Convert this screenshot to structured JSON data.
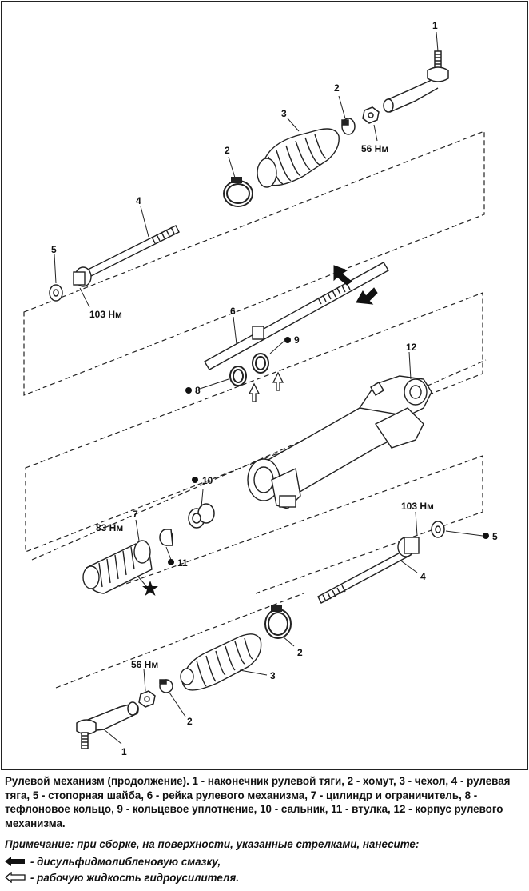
{
  "labels": {
    "l1_top": "1",
    "l2_top_right": "2",
    "l3_top": "3",
    "nm56_top": "56 Нм",
    "l2_top_left": "2",
    "l4_top": "4",
    "l5_top": "5",
    "nm103_top": "103 Нм",
    "l6": "6",
    "l9": "9",
    "l8": "8",
    "l12": "12",
    "l10": "10",
    "l7": "7",
    "nm83": "83 Нм",
    "l11": "11",
    "nm103_bottom": "103 Нм",
    "l5_bottom": "5",
    "l4_bottom": "4",
    "l2_bottom_right": "2",
    "l3_bottom": "3",
    "nm56_bottom": "56 Нм",
    "l2_bottom": "2",
    "l1_bottom": "1"
  },
  "caption": "Рулевой механизм (продолжение). 1 - наконечник рулевой тяги, 2 - хомут, 3 - чехол, 4 - рулевая тяга, 5 - стопорная шайба, 6 - рейка рулевого механизма, 7 - цилиндр и ограничитель, 8 - тефлоновое кольцо, 9 - кольцевое уплотнение, 10 - сальник, 11 - втулка, 12 - корпус рулевого механизма.",
  "note": {
    "label": "Примечание",
    "text": ": при сборке, на поверхности, указанные стрелками, нанесите:"
  },
  "legend": {
    "black_arrow": "- дисульфидмолибленовую смазку,",
    "white_arrow": "- рабочую жидкость гидроусилителя."
  }
}
